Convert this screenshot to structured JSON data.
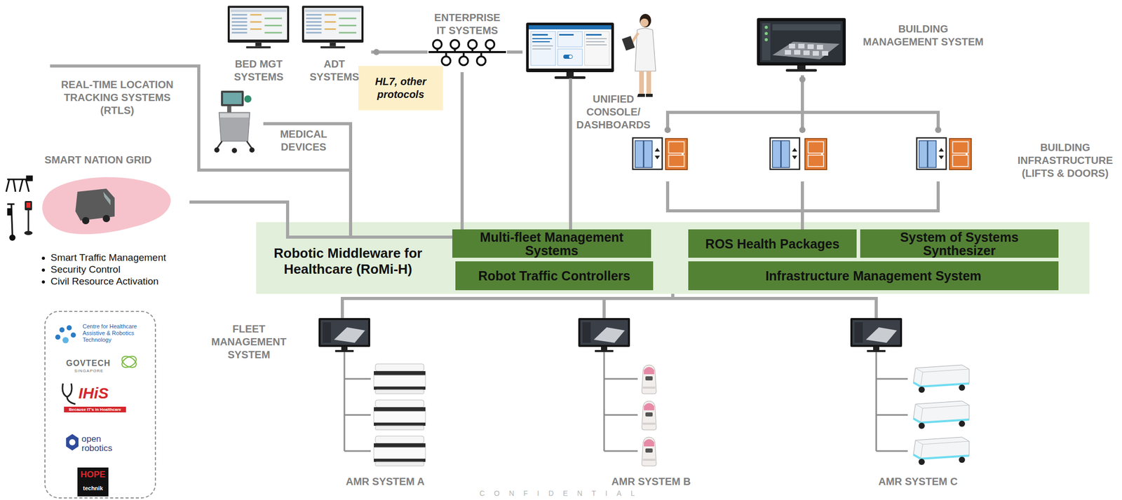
{
  "diagram": {
    "nodes": [
      {
        "text": [
          "BED MGT SYSTEMS"
        ]
      },
      {
        "text": [
          "ADT SYSTEMS"
        ]
      },
      {
        "text": [
          "ENTERPRISE IT SYSTEMS"
        ]
      },
      {
        "text": [
          "HL7, other protocols"
        ]
      },
      {
        "text": [
          "UNIFIED CONSOLE/ DASHBOARDS"
        ]
      },
      {
        "text": [
          "BUILDING MANAGEMENT SYSTEM"
        ]
      },
      {
        "text": [
          "REAL-TIME LOCATION TRACKING SYSTEMS (RTLS)"
        ]
      },
      {
        "text": [
          "MEDICAL DEVICES"
        ]
      },
      {
        "text": [
          "SMART NATION GRID",
          "Smart Traffic Management",
          "Security Control",
          "Civil Resource Activation"
        ]
      },
      {
        "text": [
          "BUILDING INFRASTRUCTURE (LIFTS & DOORS)"
        ]
      },
      {
        "text": [
          "Robotic Middleware for Healthcare (RoMi-H)"
        ]
      },
      {
        "text": [
          "Multi-fleet Management Systems"
        ],
        "in": 10
      },
      {
        "text": [
          "ROS Health Packages"
        ],
        "in": 10
      },
      {
        "text": [
          "System of Systems Synthesizer"
        ],
        "in": 10
      },
      {
        "text": [
          "Robot Traffic Controllers"
        ],
        "in": 10
      },
      {
        "text": [
          "Infrastructure Management System"
        ],
        "in": 10
      },
      {
        "text": [
          "AMR SYSTEM A"
        ]
      },
      {
        "text": [
          "AMR SYSTEM B"
        ]
      },
      {
        "text": [
          "AMR SYSTEM C"
        ]
      },
      {
        "text": [
          "Centre for Healthcare Assistive & Robotics Technology",
          "GOVTECH",
          "SINGAPORE",
          "IHiS",
          "Because IT's in Healthcare",
          "open robotics",
          "HOPE",
          "technik"
        ]
      }
    ],
    "edges": [
      {
        "from": 1,
        "to": 2,
        "arrow": "none"
      },
      {
        "from": 2,
        "to": 4,
        "arrow": "none"
      },
      {
        "from": 2,
        "to": 11,
        "arrow": "none"
      },
      {
        "from": 4,
        "to": 11,
        "arrow": "none"
      },
      {
        "from": 6,
        "to": 11,
        "arrow": "none"
      },
      {
        "from": 7,
        "to": 11,
        "arrow": "none"
      },
      {
        "from": 8,
        "to": 11,
        "arrow": "none"
      },
      {
        "from": 5,
        "to": 9,
        "arrow": "none"
      },
      {
        "from": 9,
        "to": 12,
        "arrow": "none"
      },
      {
        "from": 10,
        "to": 16,
        "arrow": "none"
      },
      {
        "from": 10,
        "to": 17,
        "arrow": "none"
      },
      {
        "from": 10,
        "to": 18,
        "arrow": "none"
      }
    ],
    "labels": [
      "FLEET MANAGEMENT SYSTEM",
      "CONFIDENTIAL"
    ]
  }
}
